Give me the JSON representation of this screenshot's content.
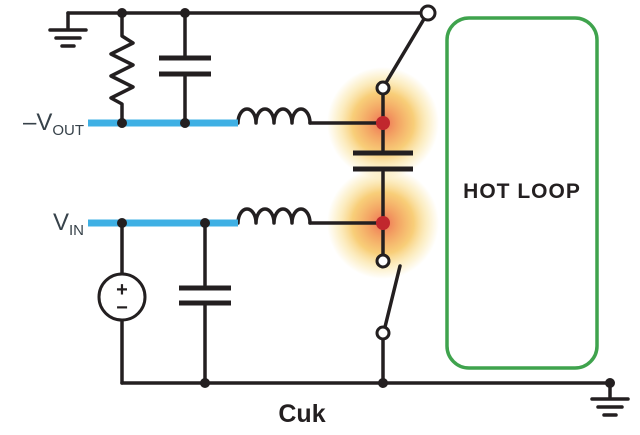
{
  "figure": {
    "caption": "Cuk",
    "hot_loop_label": "HOT LOOP",
    "labels": {
      "vout_main": "–V",
      "vout_sub": "OUT",
      "vin_main": "V",
      "vin_sub": "IN"
    },
    "source": {
      "plus": "+",
      "minus": "−"
    },
    "colors": {
      "background": "#ffffff",
      "wire": "#231f20",
      "text": "#231f20",
      "netLabel": "#37424a",
      "trace": "#3fb0e4",
      "loop": "#3fa34d",
      "node": "#c1272d",
      "glowInner": "#ec5f43",
      "glowMid": "#f08a3c",
      "glowOuter": "#f5b93f",
      "glowEdge": "#f8d878"
    }
  }
}
